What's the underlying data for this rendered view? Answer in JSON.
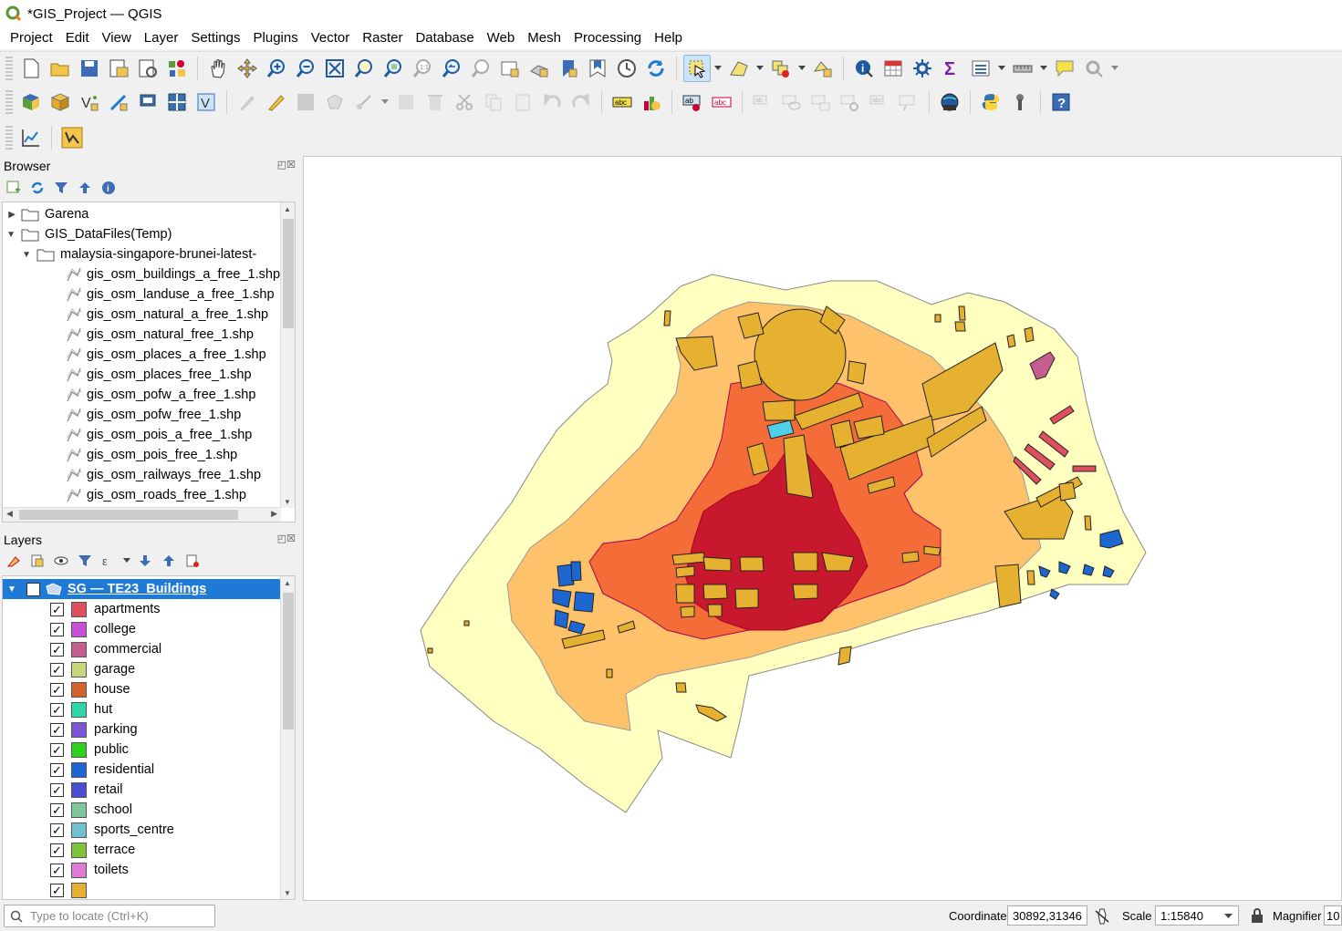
{
  "window": {
    "title": "*GIS_Project — QGIS"
  },
  "menu": [
    "Project",
    "Edit",
    "View",
    "Layer",
    "Settings",
    "Plugins",
    "Vector",
    "Raster",
    "Database",
    "Web",
    "Mesh",
    "Processing",
    "Help"
  ],
  "browser": {
    "title": "Browser",
    "items": [
      {
        "label": "Garena",
        "kind": "folder",
        "expanded": false,
        "level": 0
      },
      {
        "label": "GIS_DataFiles(Temp)",
        "kind": "folder",
        "expanded": true,
        "level": 0
      },
      {
        "label": "malaysia-singapore-brunei-latest-",
        "kind": "folder",
        "expanded": true,
        "level": 1
      },
      {
        "label": "gis_osm_buildings_a_free_1.shp",
        "kind": "shapefile",
        "level": 2
      },
      {
        "label": "gis_osm_landuse_a_free_1.shp",
        "kind": "shapefile",
        "level": 2
      },
      {
        "label": "gis_osm_natural_a_free_1.shp",
        "kind": "shapefile",
        "level": 2
      },
      {
        "label": "gis_osm_natural_free_1.shp",
        "kind": "shapefile",
        "level": 2
      },
      {
        "label": "gis_osm_places_a_free_1.shp",
        "kind": "shapefile",
        "level": 2
      },
      {
        "label": "gis_osm_places_free_1.shp",
        "kind": "shapefile",
        "level": 2
      },
      {
        "label": "gis_osm_pofw_a_free_1.shp",
        "kind": "shapefile",
        "level": 2
      },
      {
        "label": "gis_osm_pofw_free_1.shp",
        "kind": "shapefile",
        "level": 2
      },
      {
        "label": "gis_osm_pois_a_free_1.shp",
        "kind": "shapefile",
        "level": 2
      },
      {
        "label": "gis_osm_pois_free_1.shp",
        "kind": "shapefile",
        "level": 2
      },
      {
        "label": "gis_osm_railways_free_1.shp",
        "kind": "shapefile",
        "level": 2
      },
      {
        "label": "gis_osm_roads_free_1.shp",
        "kind": "shapefile",
        "level": 2
      }
    ]
  },
  "layers": {
    "title": "Layers",
    "root": {
      "label": "SG — TE23_Buildings",
      "checked": true
    },
    "categories": [
      {
        "label": "apartments",
        "color": "#e04f5f",
        "checked": true
      },
      {
        "label": "college",
        "color": "#c94fd8",
        "checked": true
      },
      {
        "label": "commercial",
        "color": "#c45e8e",
        "checked": true
      },
      {
        "label": "garage",
        "color": "#c9d67a",
        "checked": true
      },
      {
        "label": "house",
        "color": "#d4622c",
        "checked": true
      },
      {
        "label": "hut",
        "color": "#2fd6a9",
        "checked": true
      },
      {
        "label": "parking",
        "color": "#7b55d6",
        "checked": true
      },
      {
        "label": "public",
        "color": "#2ed11f",
        "checked": true
      },
      {
        "label": "residential",
        "color": "#1e66d0",
        "checked": true
      },
      {
        "label": "retail",
        "color": "#4a4fd0",
        "checked": true
      },
      {
        "label": "school",
        "color": "#7cc79a",
        "checked": true
      },
      {
        "label": "sports_centre",
        "color": "#6ec2d0",
        "checked": true
      },
      {
        "label": "terrace",
        "color": "#7cc43c",
        "checked": true
      },
      {
        "label": "toilets",
        "color": "#df7ad6",
        "checked": true
      },
      {
        "label": "",
        "color": "#e6b030",
        "checked": true
      }
    ]
  },
  "map": {
    "zone_colors": [
      "#ffffc0",
      "#fdc26a",
      "#f46c38",
      "#c8182e"
    ],
    "building_color": "#e6b030",
    "residential_color": "#1e66d0",
    "commercial_color": "#c45e8e",
    "apartments_color": "#e04f5f",
    "sports_color": "#4fd0e8"
  },
  "status": {
    "locator_placeholder": "Type to locate (Ctrl+K)",
    "coordinate_label": "Coordinate",
    "coordinate_value": "30892,31346",
    "scale_label": "Scale",
    "scale_value": "1:15840",
    "magnifier_label": "Magnifier",
    "magnifier_value": "10"
  }
}
